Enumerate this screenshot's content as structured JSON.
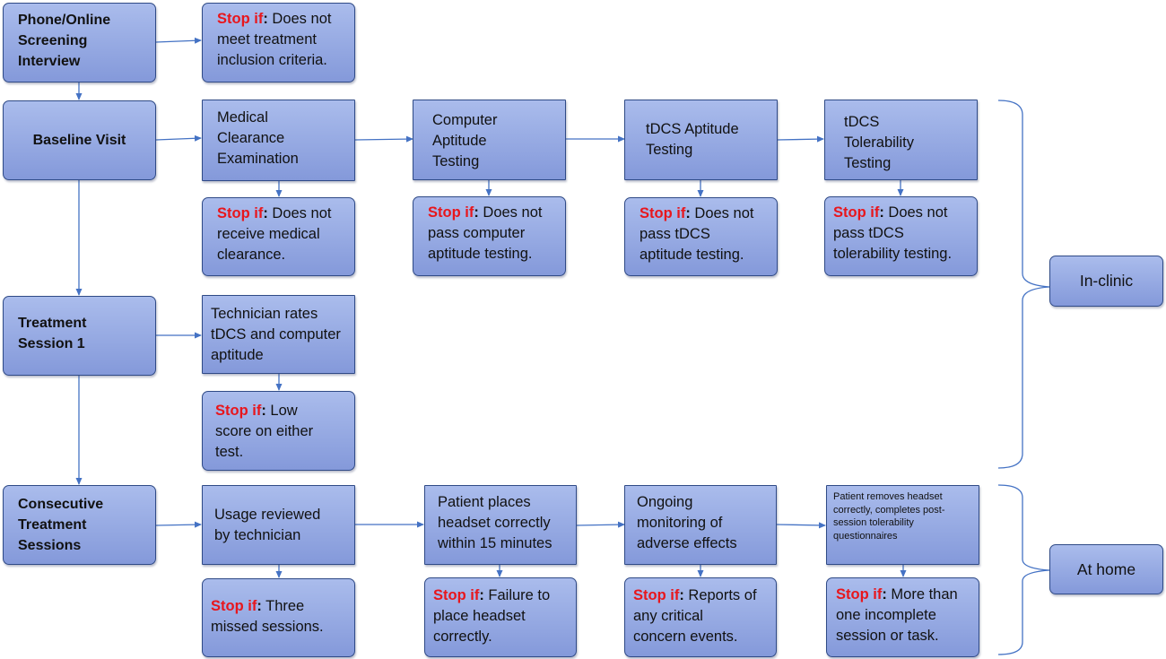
{
  "colors": {
    "box_fill_top": "#aabcec",
    "box_fill_bottom": "#8499da",
    "box_border": "#2f4a86",
    "connector": "#4472c4",
    "stop_text": "#e8161c"
  },
  "stop_label": "Stop if",
  "stop_colon": ":",
  "rows": {
    "screening": {
      "main": "Phone/Online\nScreening\nInterview",
      "stop": " Does not\nmeet treatment\ninclusion criteria."
    },
    "baseline": {
      "main": "Baseline Visit",
      "steps": [
        {
          "label": "Medical\nClearance\nExamination",
          "stop": " Does not\nreceive medical\nclearance."
        },
        {
          "label": "Computer\nAptitude\nTesting",
          "stop": " Does not\npass computer\naptitude testing."
        },
        {
          "label": "tDCS Aptitude\nTesting",
          "stop": " Does not\npass tDCS\naptitude testing."
        },
        {
          "label": "tDCS\nTolerability\nTesting",
          "stop": " Does not\npass tDCS\ntolerability testing."
        }
      ]
    },
    "session1": {
      "main": "Treatment\nSession 1",
      "step": "Technician rates\ntDCS and computer\naptitude",
      "stop": " Low\nscore on either\ntest."
    },
    "consecutive": {
      "main": "Consecutive\nTreatment\nSessions",
      "steps": [
        {
          "label": "Usage reviewed\nby technician",
          "stop": " Three\nmissed sessions."
        },
        {
          "label": "Patient places\nheadset correctly\nwithin 15 minutes",
          "stop": " Failure to\nplace headset\ncorrectly."
        },
        {
          "label": "Ongoing\nmonitoring of\nadverse effects",
          "stop": " Reports of\nany critical\nconcern events."
        },
        {
          "label": "Patient removes headset\ncorrectly, completes post-\nsession tolerability\nquestionnaires",
          "stop": " More than\none incomplete\nsession or task."
        }
      ]
    }
  },
  "zones": {
    "in_clinic": "In-clinic",
    "at_home": "At home"
  }
}
